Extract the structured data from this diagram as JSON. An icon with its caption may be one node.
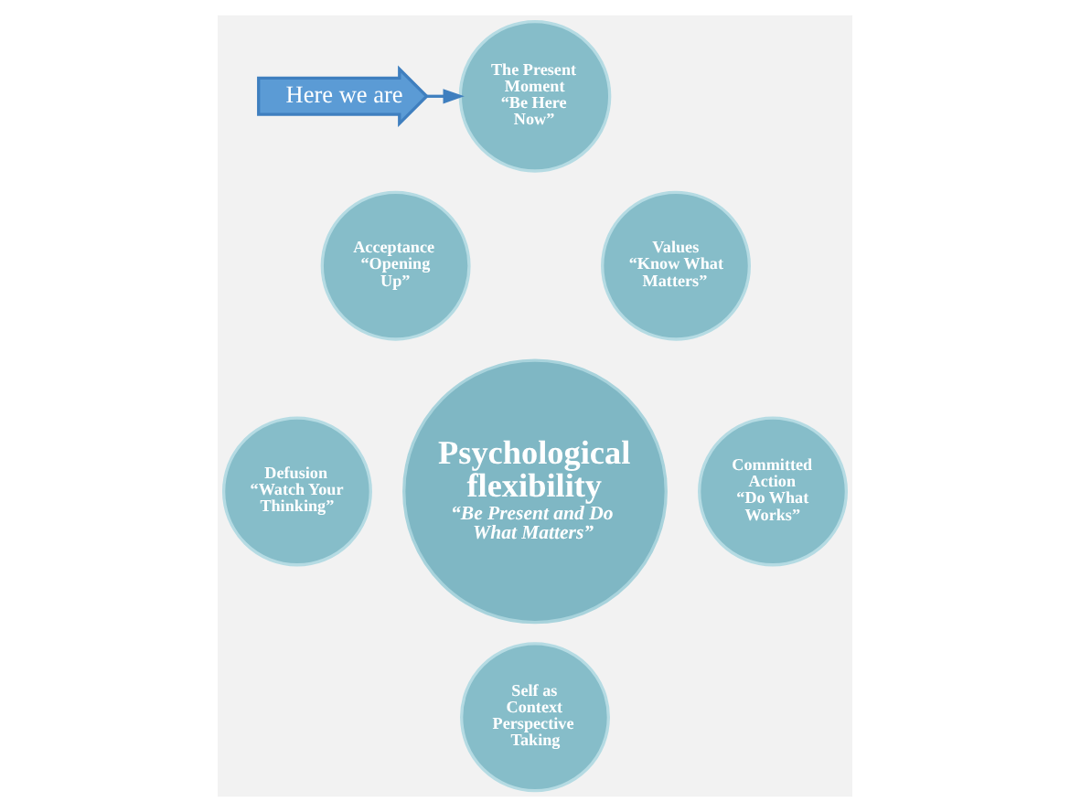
{
  "diagram": {
    "nodes": [
      {
        "text": [
          "Here we are"
        ]
      },
      {
        "text": [
          "The Present Moment",
          "“Be Here Now”"
        ]
      },
      {
        "text": [
          "Acceptance",
          "“Opening Up”"
        ]
      },
      {
        "text": [
          "Values",
          "“Know What Matters”"
        ]
      },
      {
        "text": [
          "Psychological flexibility",
          "“Be Present and Do What Matters”"
        ]
      },
      {
        "text": [
          "Defusion",
          "“Watch Your Thinking”"
        ]
      },
      {
        "text": [
          "Committed Action",
          "“Do What Works”"
        ]
      },
      {
        "text": [
          "Self as Context",
          "Perspective Taking"
        ]
      }
    ],
    "edges": [
      {
        "from": 0,
        "to": 1,
        "arrow": "to"
      }
    ]
  }
}
